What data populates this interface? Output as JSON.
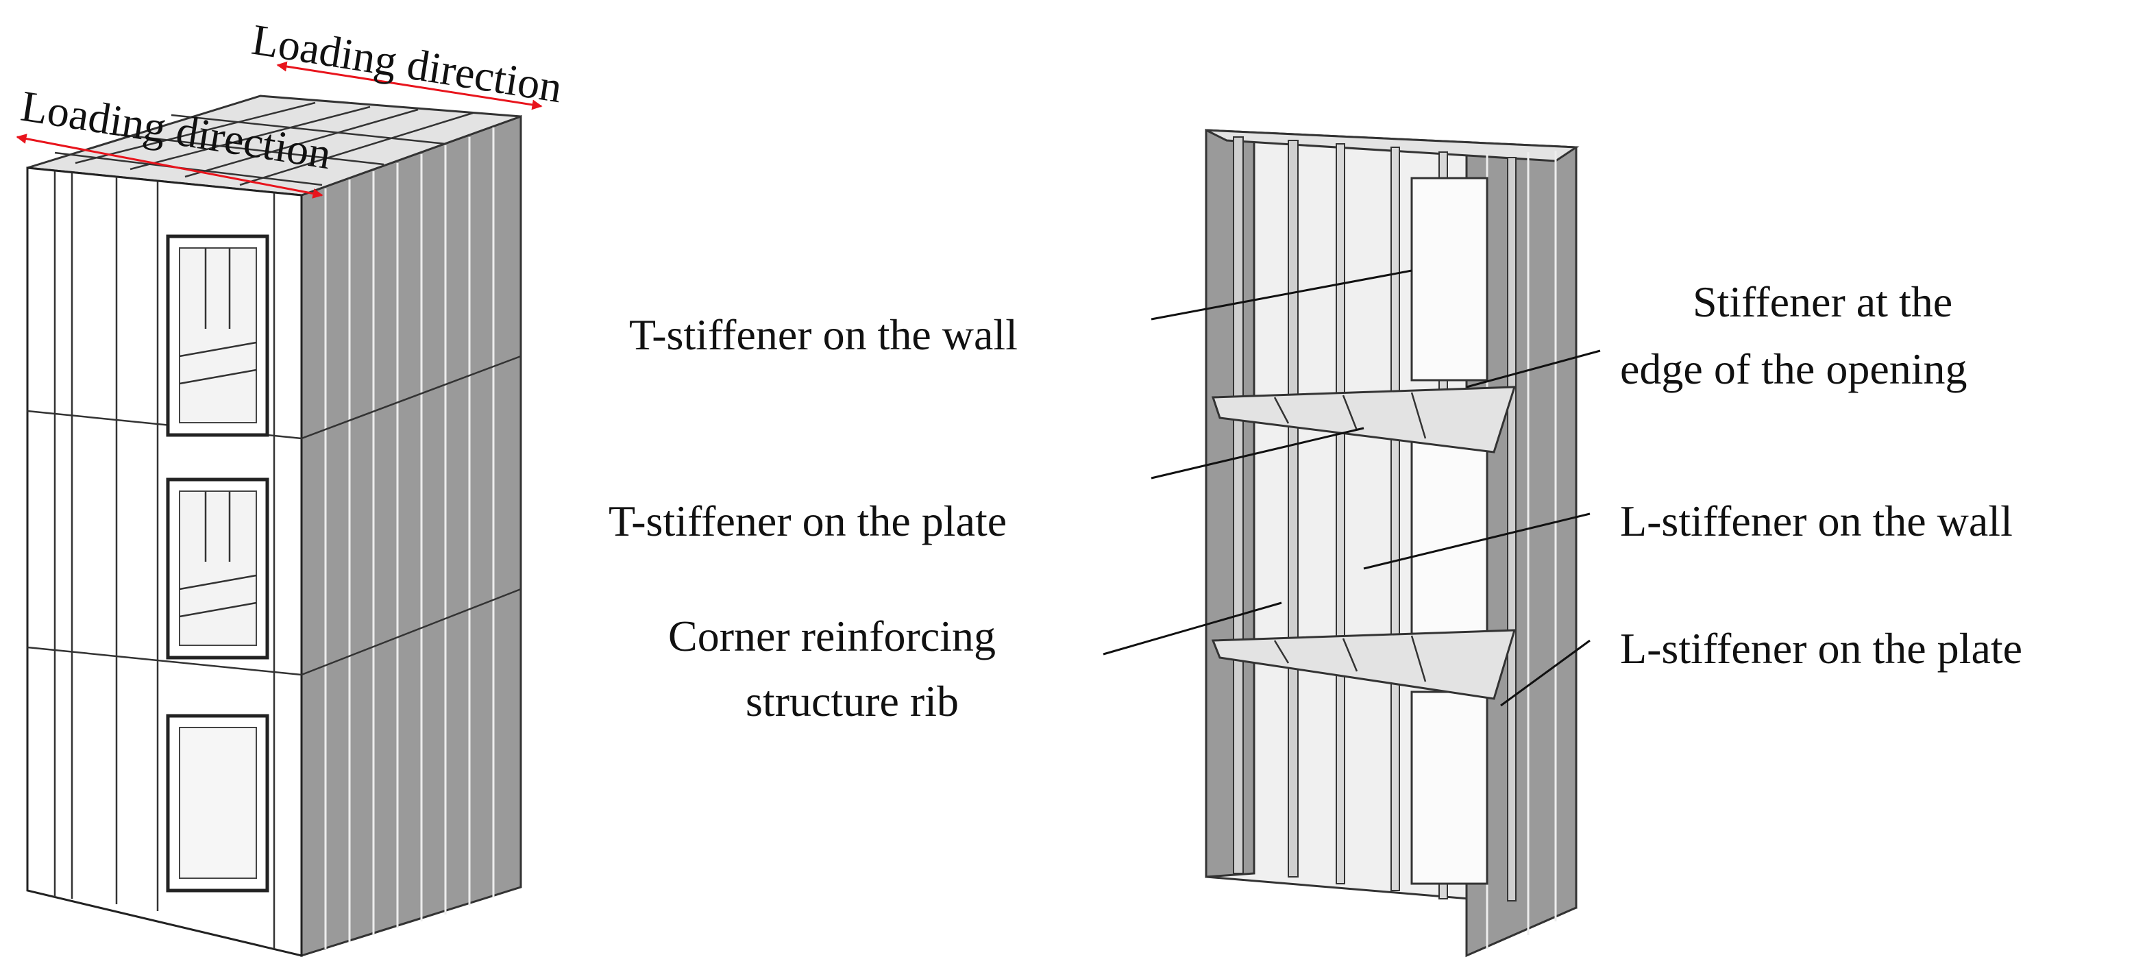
{
  "colors": {
    "arrow": "#e8141c",
    "wall_side": "#9a9a9a",
    "wall_front": "#ffffff",
    "plate": "#e3e3e3",
    "outline": "#222222",
    "text": "#111111"
  },
  "left_model": {
    "loading_direction_1": "Loading direction",
    "loading_direction_2": "Loading direction"
  },
  "right_model": {
    "labels": {
      "t_stiffener_wall": "T-stiffener on the wall",
      "t_stiffener_plate": "T-stiffener on the  plate",
      "corner_rib_line1": "Corner reinforcing",
      "corner_rib_line2": "structure rib",
      "opening_edge_line1": "Stiffener at the",
      "opening_edge_line2": "edge of the opening",
      "l_stiffener_wall": "L-stiffener on the wall",
      "l_stiffener_plate": "L-stiffener on the plate"
    }
  }
}
